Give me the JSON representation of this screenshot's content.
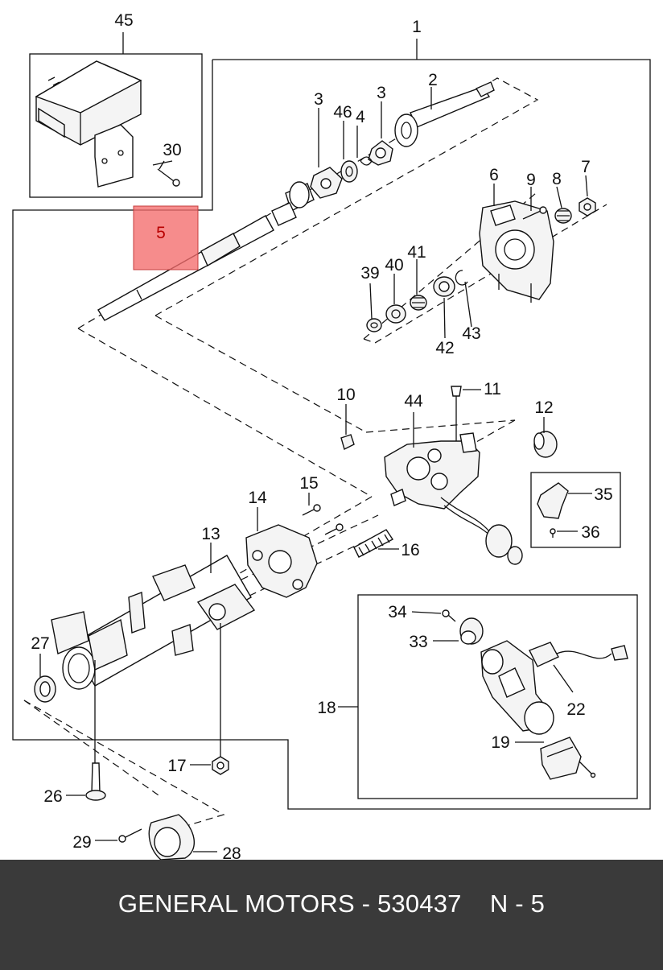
{
  "diagram": {
    "callouts": [
      "1",
      "2",
      "3",
      "3",
      "4",
      "5",
      "6",
      "7",
      "8",
      "9",
      "10",
      "11",
      "12",
      "13",
      "14",
      "15",
      "16",
      "17",
      "18",
      "19",
      "22",
      "26",
      "27",
      "28",
      "29",
      "30",
      "33",
      "34",
      "35",
      "36",
      "39",
      "40",
      "41",
      "42",
      "43",
      "44",
      "45",
      "46"
    ],
    "highlight": {
      "label": "5",
      "color": "#f36b6b"
    }
  },
  "footer": {
    "text": "GENERAL MOTORS - 530437    N - 5",
    "background": "#3a3a3a",
    "color": "#ffffff"
  }
}
